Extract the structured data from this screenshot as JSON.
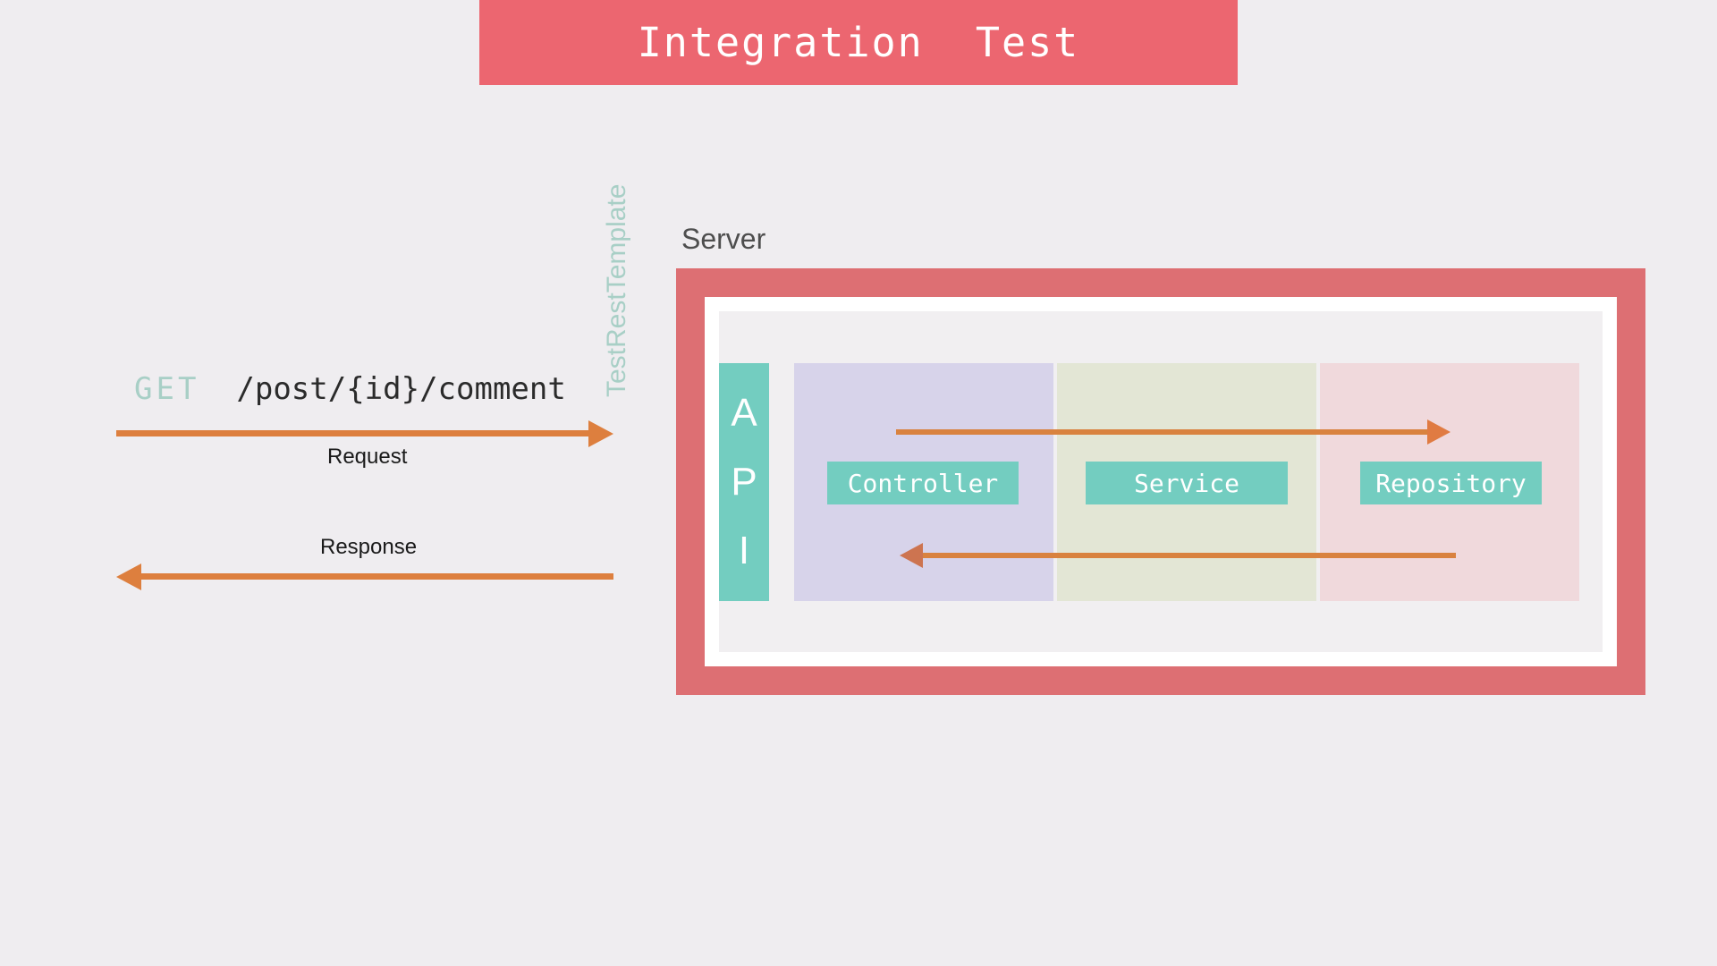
{
  "title": {
    "text": "Integration  Test",
    "background": "#ec6670",
    "color": "#ffffff"
  },
  "request": {
    "method": "GET",
    "method_color": "#a8cfc6",
    "path": "/post/{id}/comment",
    "path_color": "#2b2b2b",
    "arrow_label": "Request",
    "arrow_direction": "right",
    "arrow_color": "#dd7f3e"
  },
  "response": {
    "arrow_label": "Response",
    "arrow_direction": "left",
    "arrow_color": "#dd7f3e"
  },
  "client": {
    "vertical_label": "TestRestTemplate",
    "vertical_label_color": "#a8cfc6"
  },
  "server": {
    "label": "Server",
    "label_color": "#4e4e4e",
    "border_color": "#dd6f73",
    "inner_background": "#f1eff1"
  },
  "api": {
    "letters": [
      "A",
      "P",
      "I"
    ],
    "background": "#73cdc0",
    "color": "#ffffff"
  },
  "layers": [
    {
      "name": "Controller",
      "column_color": "#d7d3ea",
      "badge_color": "#73cdc0"
    },
    {
      "name": "Service",
      "column_color": "#e3e6d5",
      "badge_color": "#73cdc0"
    },
    {
      "name": "Repository",
      "column_color": "#f0d9dc",
      "badge_color": "#73cdc0"
    }
  ],
  "internal_flow": {
    "forward_direction": "right",
    "backward_direction": "left",
    "color": "#d9823f"
  }
}
